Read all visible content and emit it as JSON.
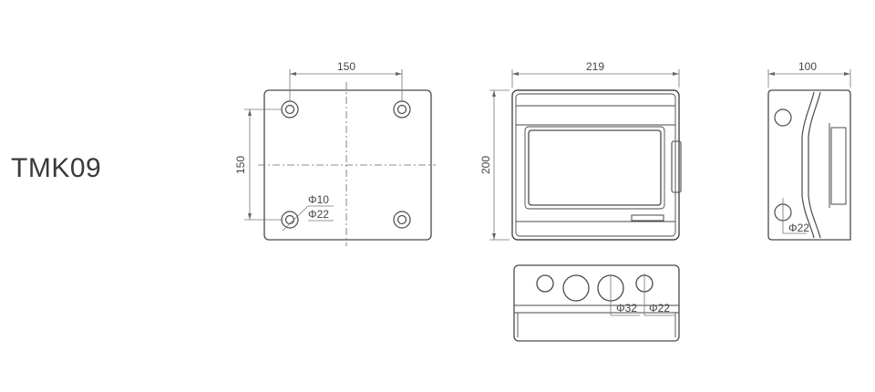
{
  "model": "TMK09",
  "front_view": {
    "width_dim": "150",
    "height_dim": "150",
    "hole_small": "Φ10",
    "hole_large": "Φ22"
  },
  "face_view": {
    "width_dim": "219",
    "height_dim": "200"
  },
  "side_view": {
    "width_dim": "100",
    "hole": "Φ22"
  },
  "bottom_view": {
    "hole_a": "Φ32",
    "hole_b": "Φ22"
  }
}
